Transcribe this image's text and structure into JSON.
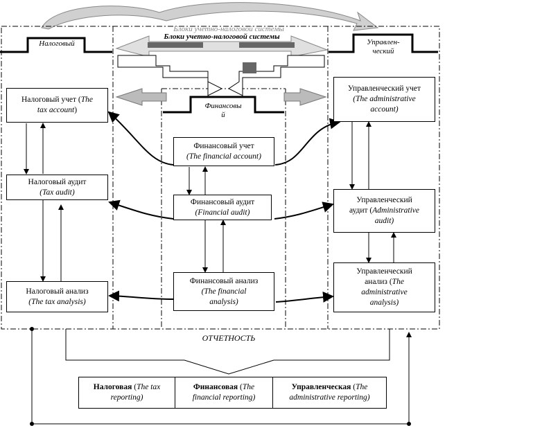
{
  "header": {
    "title_shadow": "Блоки учетно-налоговой системы",
    "title": "Блоки учетно-налоговой системы"
  },
  "columns": {
    "tax": "Налоговый",
    "financial_line1": "Финансовы",
    "financial_line2": "й",
    "admin_line1": "Управлен-",
    "admin_line2": "ческий"
  },
  "tax": {
    "account": {
      "ru": "Налоговый учет (",
      "en_a": "The",
      "en_b": "tax account",
      "close": ")"
    },
    "audit": {
      "ru": "Налоговый аудит",
      "en": "Tax audit"
    },
    "analysis": {
      "ru": "Налоговый анализ",
      "en": "The tax analysis"
    }
  },
  "financial": {
    "account": {
      "ru": "Финансовый учет",
      "en": "The financial account"
    },
    "audit": {
      "ru": "Финансовый аудит",
      "en": "Financial audit"
    },
    "analysis": {
      "ru": "Финансовый анализ",
      "en_a": "The financial",
      "en_b": "analysis"
    }
  },
  "admin": {
    "account": {
      "ru": "Управленческий учет",
      "en_a": "The administrative",
      "en_b": "account"
    },
    "audit": {
      "ru_a": "Управленческий",
      "ru_b": "аудит (",
      "en_a": "Administrative",
      "en_b": "audit"
    },
    "analysis": {
      "ru_a": "Управленческий",
      "ru_b": "анализ (",
      "en_a": "The",
      "en_b": "administrative",
      "en_c": "analysis"
    }
  },
  "reporting": {
    "title": "ОТЧЕТНОСТЬ",
    "tax": {
      "bold": "Налоговая",
      "en_a": "The tax",
      "en_b": "reporting"
    },
    "financial": {
      "bold": "Финансовая",
      "en_a": "The",
      "en_b": "financial reporting"
    },
    "admin": {
      "bold": "Управленческая",
      "en_a": "The",
      "en_b": "administrative reporting"
    }
  },
  "colors": {
    "line": "#000000",
    "arrow_gray": "#b0b0b0",
    "dark_gray": "#707070"
  }
}
